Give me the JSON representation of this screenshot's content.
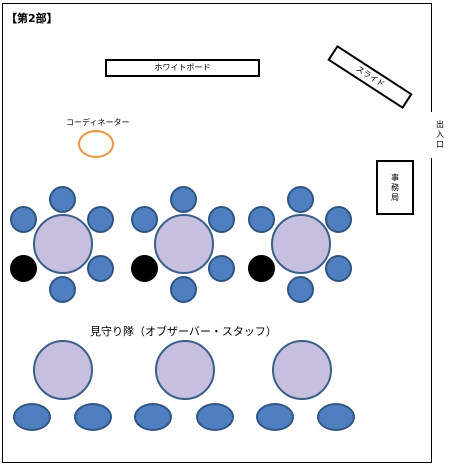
{
  "title": "【第2部】",
  "whiteboard_label": "ホワイトボード",
  "slide_label": "スライド",
  "office_label": "事務局",
  "exit_label": "出入口",
  "coordinator_label": "コーディネーター",
  "observer_label": "見守り隊（オブザーバー・スタッフ）",
  "colors": {
    "table_fill": "#c6c0de",
    "seat_fill": "#4f7fc0",
    "seat_outline": "#2f5683",
    "dark_seat": "#000000",
    "coordinator_outline": "#f0923a"
  }
}
